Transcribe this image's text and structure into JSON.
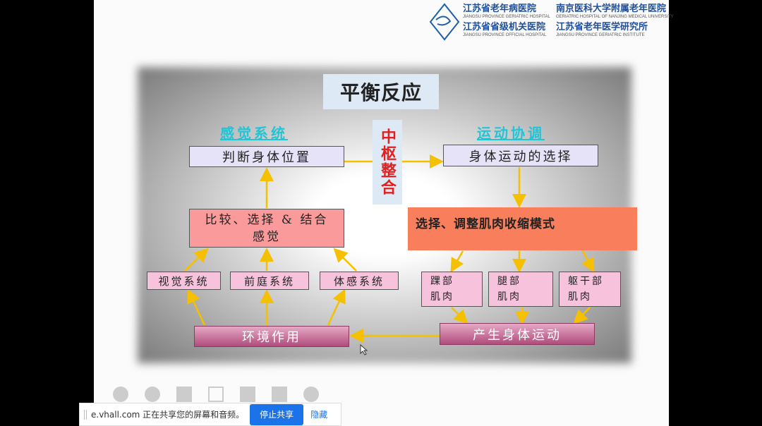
{
  "logo": {
    "l1": "江苏省老年病医院",
    "l1s": "JIANGSU PROVINCE GERIATRIC HOSPITAL",
    "l2": "南京医科大学附属老年医院",
    "l2s": "GERIATRIC HOSPITAL OF NANJING MEDICAL UNIVERSITY",
    "l3": "江苏省省级机关医院",
    "l3s": "JIANGSU PROVINCE OFFICIAL HOSPITAL",
    "l4": "江苏省老年医学研究所",
    "l4s": "JIANGSU PROVINCE GERIATRIC INSTITUTE"
  },
  "title": "平衡反应",
  "sensory_header": "感觉系统",
  "motor_header": "运动协调",
  "center": "中枢整合",
  "judge": "判断身体位置",
  "compare": "比较、选择 & 结合感觉",
  "inputs": [
    "视觉系统",
    "前庭系统",
    "体感系统"
  ],
  "environment": "环境作用",
  "select": "身体运动的选择",
  "adjust": "选择、调整肌肉收缩模式",
  "muscles": [
    "踝部\n肌肉",
    "腿部\n肌肉",
    "躯干部\n肌肉"
  ],
  "produce": "产生身体运动",
  "share": {
    "text": "e.vhall.com 正在共享您的屏幕和音频。",
    "stop": "停止共享",
    "hide": "隐藏"
  },
  "colors": {
    "arrow": "#f5c000",
    "header": "#22c4d6",
    "center_text": "#e02020",
    "stop_button": "#1a73e8"
  }
}
